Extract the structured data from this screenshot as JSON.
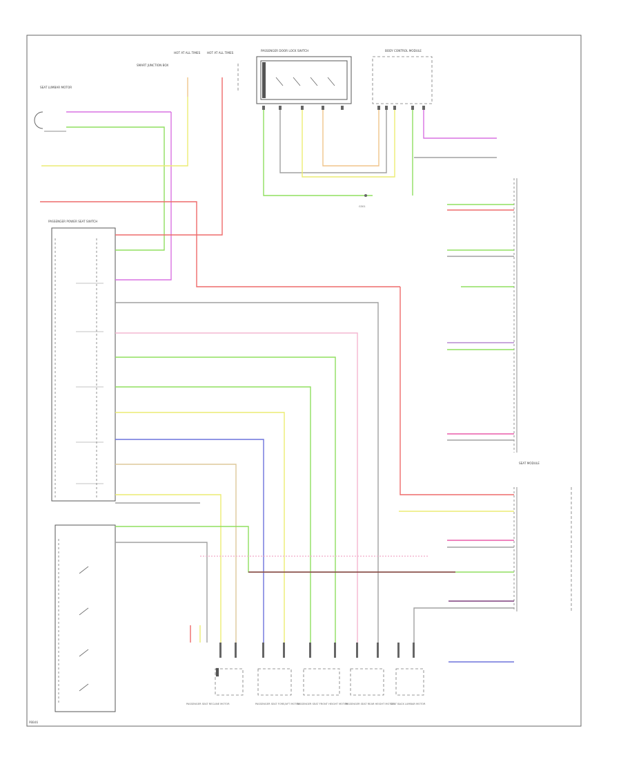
{
  "diagram": {
    "footer_code": "PBB46",
    "components": {
      "lumbar_motor": "SEAT LUMBAR MOTOR",
      "hot_at_all_times_1": "HOT AT ALL TIMES",
      "hot_at_all_times_2": "HOT AT ALL TIMES",
      "fuse_junction": "SMART JUNCTION BOX",
      "door_lock_switch": "PASSENGER DOOR LOCK SWITCH",
      "body_module": "BODY CONTROL MODULE",
      "seat_switch": "PASSENGER POWER SEAT SWITCH",
      "seat_module": "SEAT MODULE",
      "ground": "G301",
      "motor_1": "PASSENGER SEAT RECLINE MOTOR",
      "motor_2": "PASSENGER SEAT FORE/AFT MOTOR",
      "motor_3": "PASSENGER SEAT FRONT HEIGHT MOTOR",
      "motor_4": "PASSENGER SEAT REAR HEIGHT MOTOR",
      "motor_5": "SEAT BACK LUMBAR MOTOR"
    },
    "colors": {
      "pink": "#ea5aa8",
      "light_pink": "#f4b7d0",
      "green": "#8fdf5f",
      "yellow": "#ecec72",
      "orange": "#f0c48a",
      "red": "#ee6a6a",
      "purple": "#b68ad0",
      "violet": "#d870e2",
      "blue": "#6c72dc",
      "gray": "#a0a0a0",
      "tan": "#ddc89a",
      "dark_red": "#8a3a48",
      "dark_purple": "#7c3c7c"
    }
  }
}
